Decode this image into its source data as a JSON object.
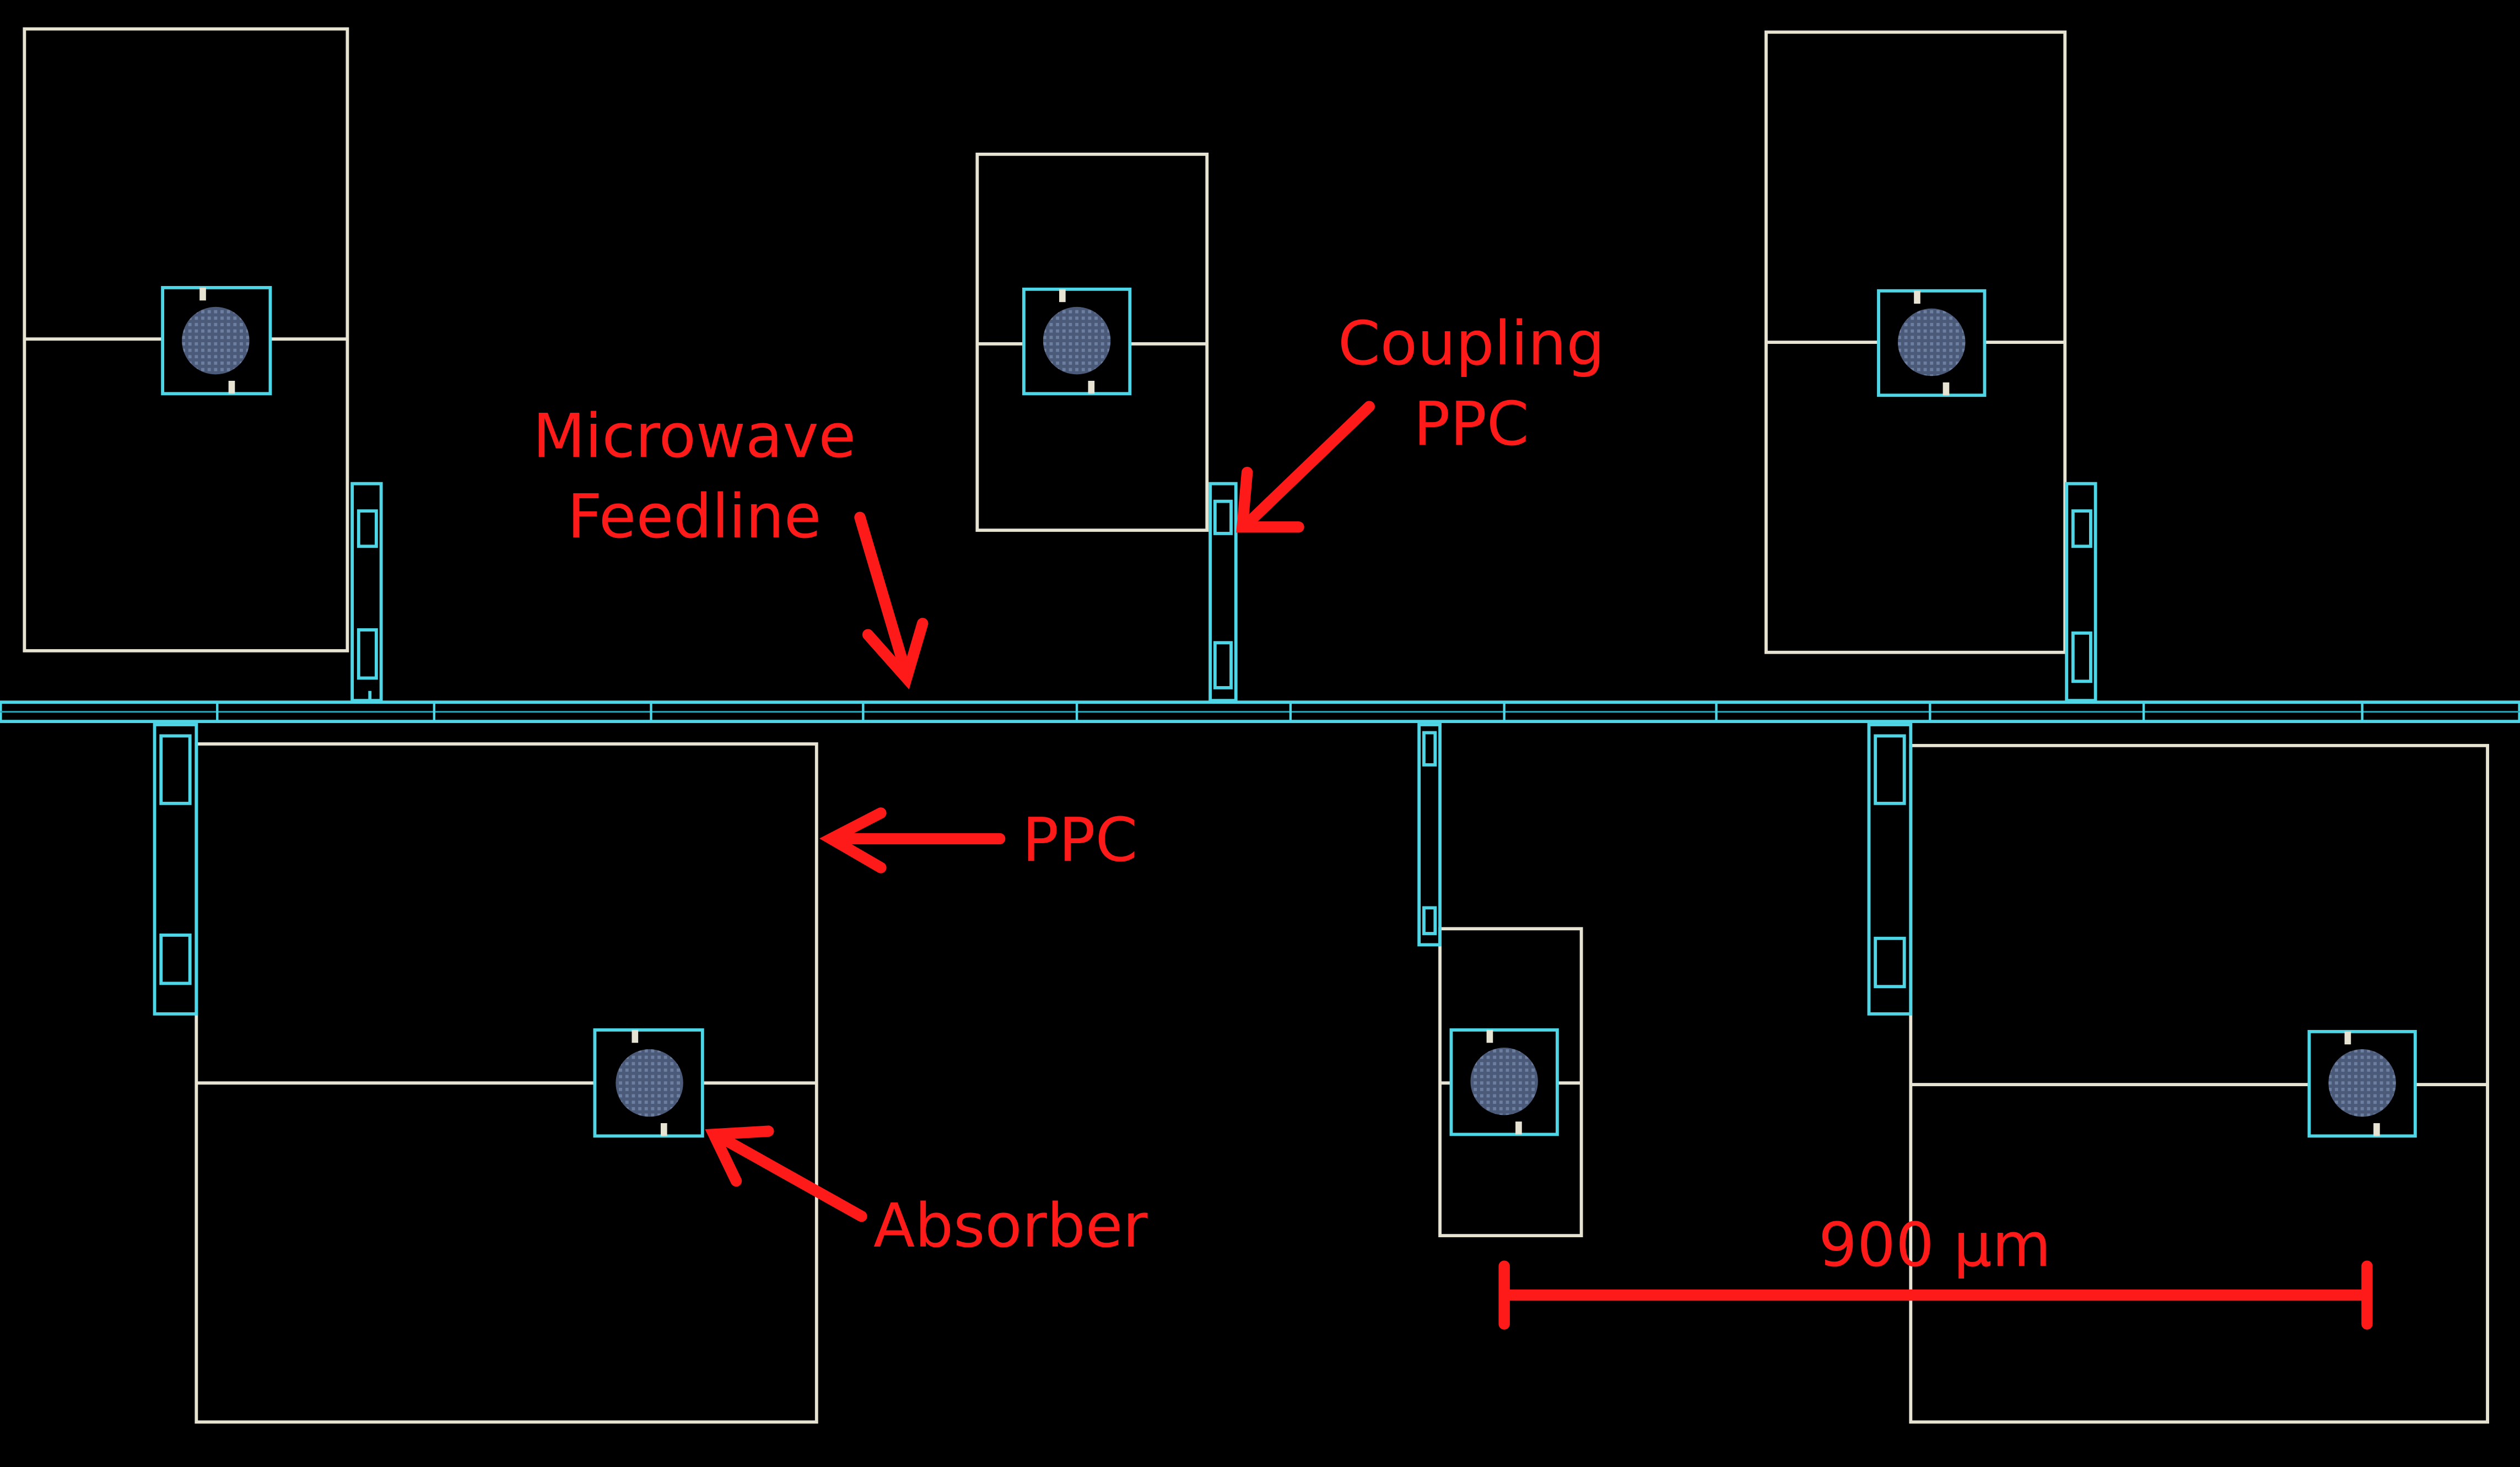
{
  "labels": {
    "microwave_feedline": [
      "Microwave",
      "Feedline"
    ],
    "coupling_ppc": [
      "Coupling",
      "PPC"
    ],
    "ppc": "PPC",
    "absorber": "Absorber",
    "scale_bar": "900 µm"
  },
  "colors": {
    "background": "#000000",
    "annotation": "#ff1a1a",
    "plate_outline": "#e6e3d2",
    "feedline_outline": "#4fd6e6",
    "absorber_fill": "#4c5f7e"
  }
}
